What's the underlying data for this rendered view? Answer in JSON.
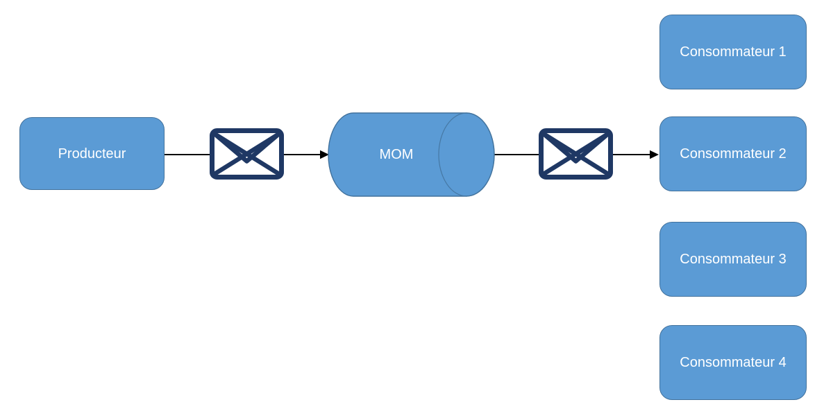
{
  "diagram": {
    "producer": {
      "label": "Producteur"
    },
    "broker": {
      "label": "MOM",
      "shape": "horizontal-cylinder"
    },
    "consumers": [
      {
        "label": "Consommateur 1"
      },
      {
        "label": "Consommateur 2"
      },
      {
        "label": "Consommateur 3"
      },
      {
        "label": "Consommateur 4"
      }
    ],
    "icons": {
      "message": "envelope-icon"
    },
    "connections": [
      {
        "from": "Producteur",
        "to": "envelope-icon-1",
        "arrowhead": false
      },
      {
        "from": "envelope-icon-1",
        "to": "MOM",
        "arrowhead": true
      },
      {
        "from": "MOM",
        "to": "envelope-icon-2",
        "arrowhead": false
      },
      {
        "from": "envelope-icon-2",
        "to": "Consommateur 2",
        "arrowhead": true
      }
    ],
    "colors": {
      "node_fill": "#5B9BD5",
      "node_border": "#41719C",
      "node_text": "#FFFFFF",
      "envelope_stroke": "#1F3864",
      "envelope_fill": "#FFFFFF",
      "arrow": "#000000",
      "background": "#FFFFFF"
    }
  }
}
